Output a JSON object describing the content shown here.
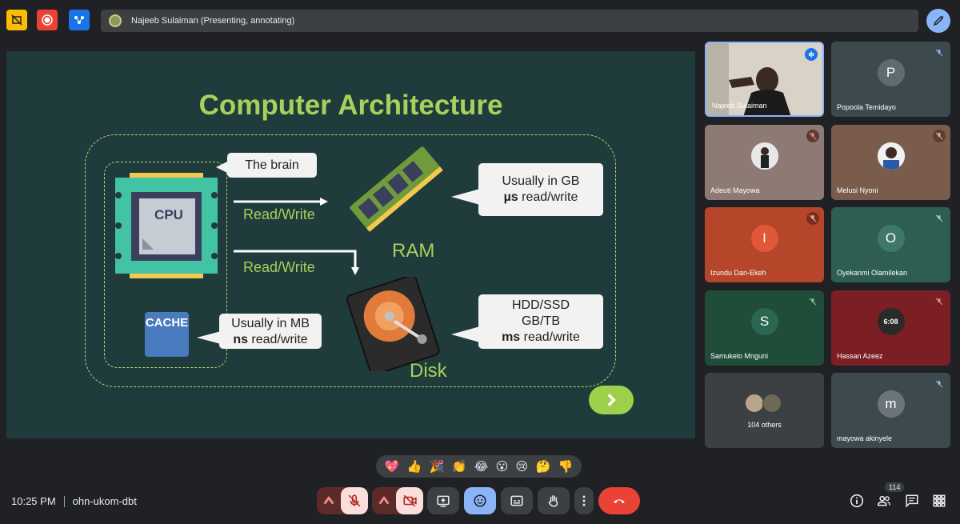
{
  "presenter_bar": {
    "text": "Najeeb Sulaiman (Presenting, annotating)"
  },
  "slide": {
    "title": "Computer Architecture",
    "bubble_brain": "The brain",
    "bubble_ram_line1": "Usually in GB",
    "bubble_ram_bold": "µs",
    "bubble_ram_rest": " read/write",
    "bubble_cache_line1": "Usually in MB",
    "bubble_cache_bold": "ns",
    "bubble_cache_rest": " read/write",
    "bubble_disk_line1": "HDD/SSD",
    "bubble_disk_line2": "GB/TB",
    "bubble_disk_bold": "ms",
    "bubble_disk_rest": " read/write",
    "arrow_label_1": "Read/Write",
    "arrow_label_2": "Read/Write",
    "cpu_label": "CPU",
    "cache_label": "CACHE",
    "ram_label": "RAM",
    "disk_label": "Disk"
  },
  "participants": [
    {
      "name": "Najeeb Sulaiman",
      "initial": "",
      "type": "video"
    },
    {
      "name": "Popoola Temidayo",
      "initial": "P",
      "type": "initial"
    },
    {
      "name": "Adeuti Mayowa",
      "initial": "",
      "type": "photo"
    },
    {
      "name": "Melusi Nyoni",
      "initial": "",
      "type": "photo"
    },
    {
      "name": "Izundu Dan-Ekeh",
      "initial": "I",
      "type": "initial"
    },
    {
      "name": "Oyekanmi Olamilekan",
      "initial": "O",
      "type": "initial"
    },
    {
      "name": "Samukelo Mnguni",
      "initial": "S",
      "type": "initial"
    },
    {
      "name": "Hassan Azeez",
      "initial": "",
      "type": "photo"
    },
    {
      "name": "104 others",
      "initial": "",
      "type": "others"
    },
    {
      "name": "mayowa akinyele",
      "initial": "m",
      "type": "initial"
    }
  ],
  "hassan_avatar_text": "6:08",
  "reactions": [
    "💖",
    "👍",
    "🎉",
    "👏",
    "😂",
    "😮",
    "😢",
    "🤔",
    "👎"
  ],
  "bottom": {
    "time": "10:25 PM",
    "meeting_code": "ohn-ukom-dbt",
    "participant_count": "114"
  },
  "colors": {
    "accent_blue": "#8ab4f8",
    "end_call_red": "#ea4335",
    "muted_bg": "#f9dedc",
    "slide_bg": "#1f3b3c",
    "slide_green": "#a6d15a"
  }
}
